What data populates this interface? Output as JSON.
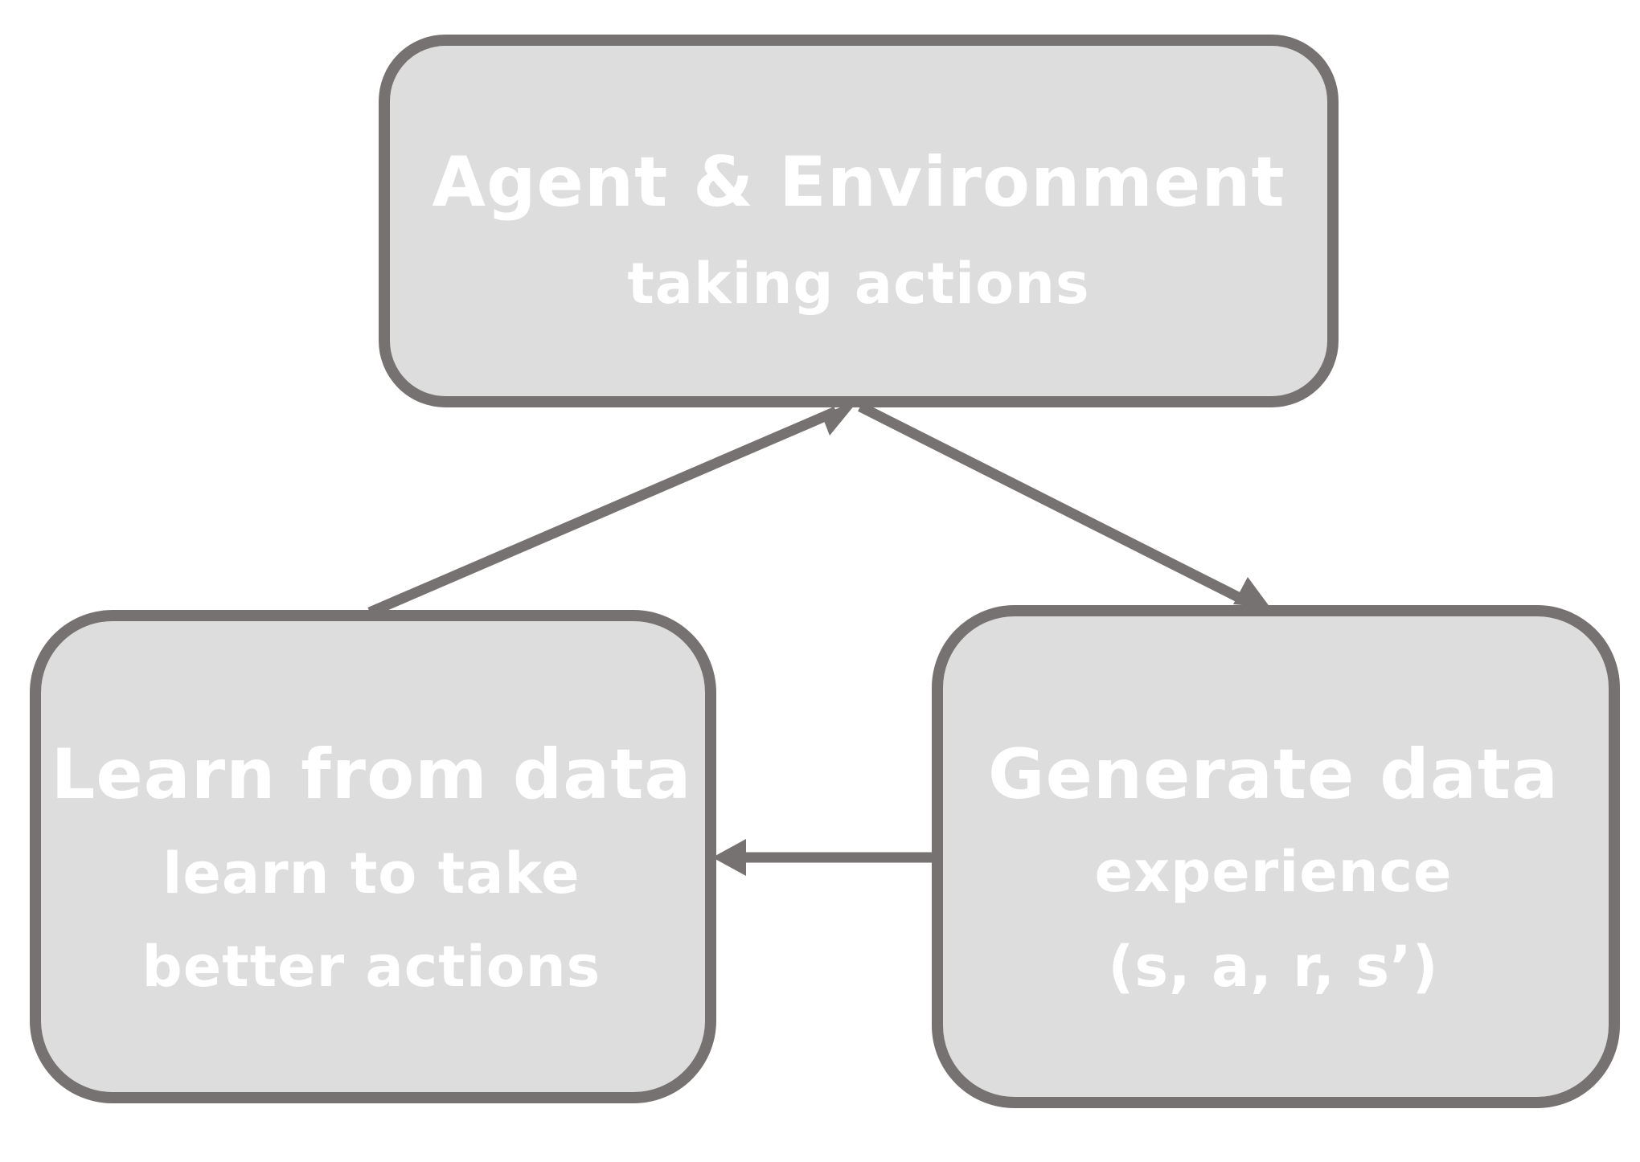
{
  "nodes": {
    "agent": {
      "title": "Agent & Environment",
      "subtitle": "taking actions"
    },
    "generate": {
      "title": "Generate data",
      "line1": "experience",
      "line2": "(s, a, r, s’)"
    },
    "learn": {
      "title": "Learn from data",
      "line1": "learn to take",
      "line2": "better actions"
    }
  },
  "colors": {
    "box_fill": "#dddddd",
    "stroke": "#767271",
    "text": "#ffffff"
  }
}
